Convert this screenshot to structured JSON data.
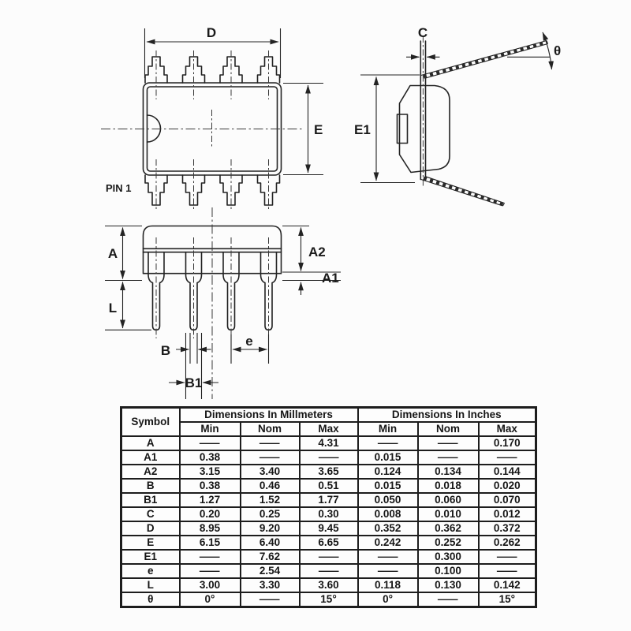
{
  "labels": {
    "top_view": {
      "d": "D",
      "e": "E",
      "pin1": "PIN 1"
    },
    "front_view": {
      "a": "A",
      "l": "L",
      "a2": "A2",
      "a1": "A1",
      "b": "B",
      "b1": "B1",
      "e": "e"
    },
    "end_view": {
      "c": "C",
      "e1": "E1",
      "theta": "θ"
    }
  },
  "table": {
    "symbol_header": "Symbol",
    "mm_header": "Dimensions In Millmeters",
    "in_header": "Dimensions In Inches",
    "sub_headers": [
      "Min",
      "Nom",
      "Max"
    ],
    "rows": [
      {
        "symbol": "A",
        "mm": [
          "—",
          "—",
          "4.31"
        ],
        "inch": [
          "—",
          "—",
          "0.170"
        ]
      },
      {
        "symbol": "A1",
        "mm": [
          "0.38",
          "—",
          "—"
        ],
        "inch": [
          "0.015",
          "—",
          "—"
        ]
      },
      {
        "symbol": "A2",
        "mm": [
          "3.15",
          "3.40",
          "3.65"
        ],
        "inch": [
          "0.124",
          "0.134",
          "0.144"
        ]
      },
      {
        "symbol": "B",
        "mm": [
          "0.38",
          "0.46",
          "0.51"
        ],
        "inch": [
          "0.015",
          "0.018",
          "0.020"
        ]
      },
      {
        "symbol": "B1",
        "mm": [
          "1.27",
          "1.52",
          "1.77"
        ],
        "inch": [
          "0.050",
          "0.060",
          "0.070"
        ]
      },
      {
        "symbol": "C",
        "mm": [
          "0.20",
          "0.25",
          "0.30"
        ],
        "inch": [
          "0.008",
          "0.010",
          "0.012"
        ]
      },
      {
        "symbol": "D",
        "mm": [
          "8.95",
          "9.20",
          "9.45"
        ],
        "inch": [
          "0.352",
          "0.362",
          "0.372"
        ]
      },
      {
        "symbol": "E",
        "mm": [
          "6.15",
          "6.40",
          "6.65"
        ],
        "inch": [
          "0.242",
          "0.252",
          "0.262"
        ]
      },
      {
        "symbol": "E1",
        "mm": [
          "—",
          "7.62",
          "—"
        ],
        "inch": [
          "—",
          "0.300",
          "—"
        ]
      },
      {
        "symbol": "e",
        "mm": [
          "—",
          "2.54",
          "—"
        ],
        "inch": [
          "—",
          "0.100",
          "—"
        ]
      },
      {
        "symbol": "L",
        "mm": [
          "3.00",
          "3.30",
          "3.60"
        ],
        "inch": [
          "0.118",
          "0.130",
          "0.142"
        ]
      },
      {
        "symbol": "θ",
        "mm": [
          "0°",
          "—",
          "15°"
        ],
        "inch": [
          "0°",
          "—",
          "15°"
        ]
      }
    ]
  }
}
